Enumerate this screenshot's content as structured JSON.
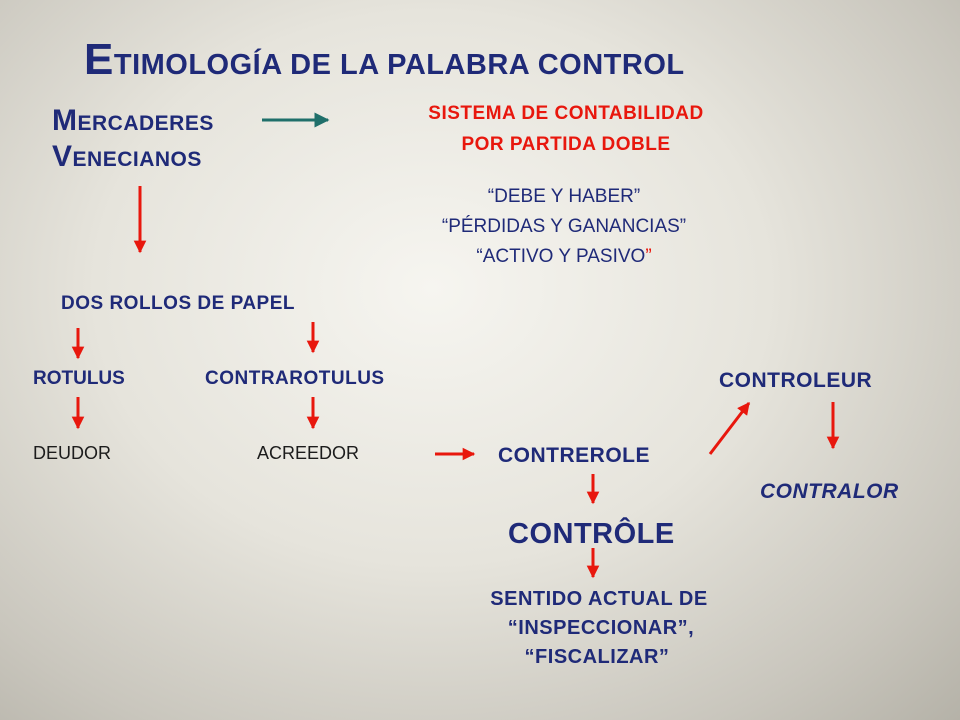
{
  "title": {
    "cap": "E",
    "rest": "TIMOLOGÍA  DE LA PALABRA CONTROL"
  },
  "origin": {
    "line1": {
      "cap": "M",
      "rest": "ERCADERES"
    },
    "line2": {
      "cap": "V",
      "rest": "ENECIANOS"
    }
  },
  "system": {
    "line1": "SISTEMA DE CONTABILIDAD",
    "line2": "POR PARTIDA DOBLE"
  },
  "terms": [
    {
      "open": "“",
      "text": "DEBE Y HABER",
      "close": "”"
    },
    {
      "open": "“",
      "text": "PÉRDIDAS Y GANANCIAS",
      "close": "”"
    },
    {
      "open": "“",
      "text": "ACTIVO Y  PASIVO",
      "close": "”"
    }
  ],
  "rolls": "DOS ROLLOS DE PAPEL",
  "rotulus": "ROTULUS",
  "contrarotulus": "CONTRAROTULUS",
  "deudor": "DEUDOR",
  "acreedor": "ACREEDOR",
  "contrerole": "CONTREROLE",
  "controleur": "CONTROLEUR",
  "contralor": "CONTRALOR",
  "controle": "CONTRÔLE",
  "meaning": {
    "line1": "SENTIDO ACTUAL DE",
    "line2": "“INSPECCIONAR”,",
    "line3": "“FISCALIZAR”"
  },
  "colors": {
    "navy": "#1f2a78",
    "red": "#e8170d",
    "teal_arrow": "#1f6f6a",
    "red_arrow": "#e8170d"
  }
}
